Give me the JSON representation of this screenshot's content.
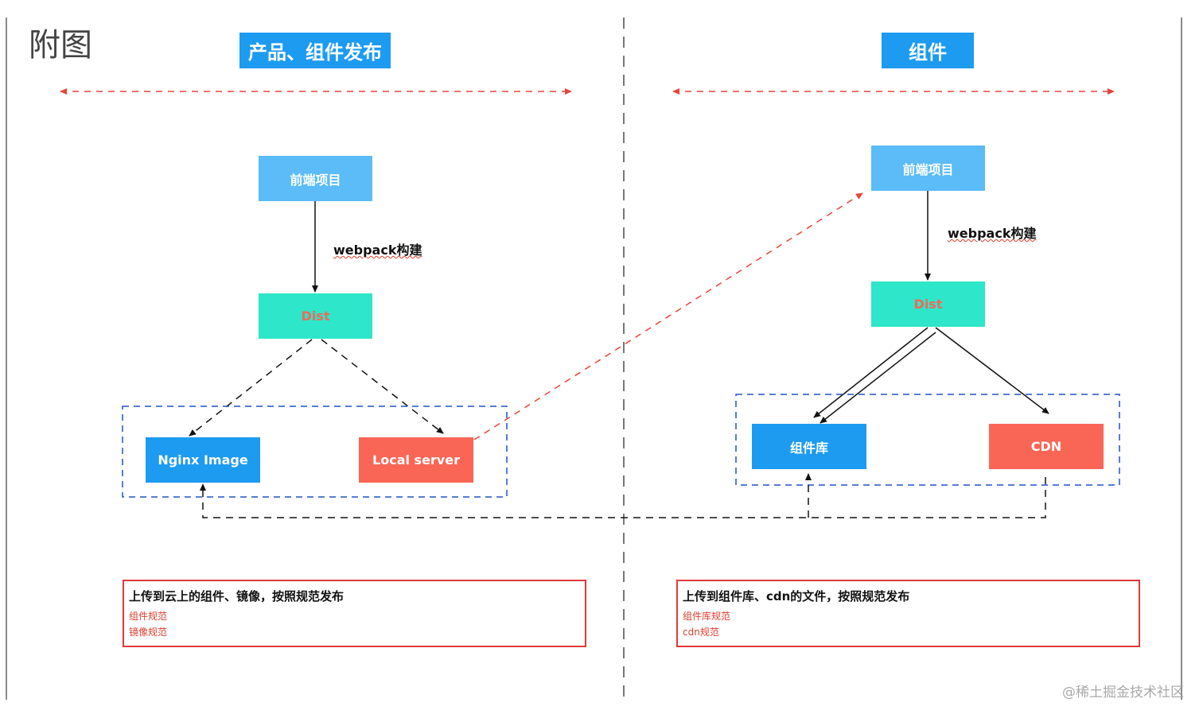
{
  "page_title": "附图",
  "watermark": "@稀土掘金技术社区",
  "left": {
    "section_title": "产品、组件发布",
    "frontend": "前端项目",
    "build_label": "webpack构建",
    "dist": "Dist",
    "nginx": "Nginx Image",
    "local_server": "Local server",
    "note": {
      "title": "上传到云上的组件、镜像，按照规范发布",
      "items": [
        "组件规范",
        "镜像规范"
      ]
    }
  },
  "right": {
    "section_title": "组件",
    "frontend": "前端项目",
    "build_label": "webpack构建",
    "dist": "Dist",
    "component_lib": "组件库",
    "cdn": "CDN",
    "note": {
      "title": "上传到组件库、cdn的文件，按照规范发布",
      "items": [
        "组件库规范",
        "cdn规范"
      ]
    }
  },
  "colors": {
    "title_blue": "#1d9bf0",
    "frontend_blue": "#5bbcf8",
    "dist_teal": "#2ee6c9",
    "node_red": "#fa6656",
    "dashed_red": "#e8443a",
    "dashed_blue": "#2050c8"
  }
}
